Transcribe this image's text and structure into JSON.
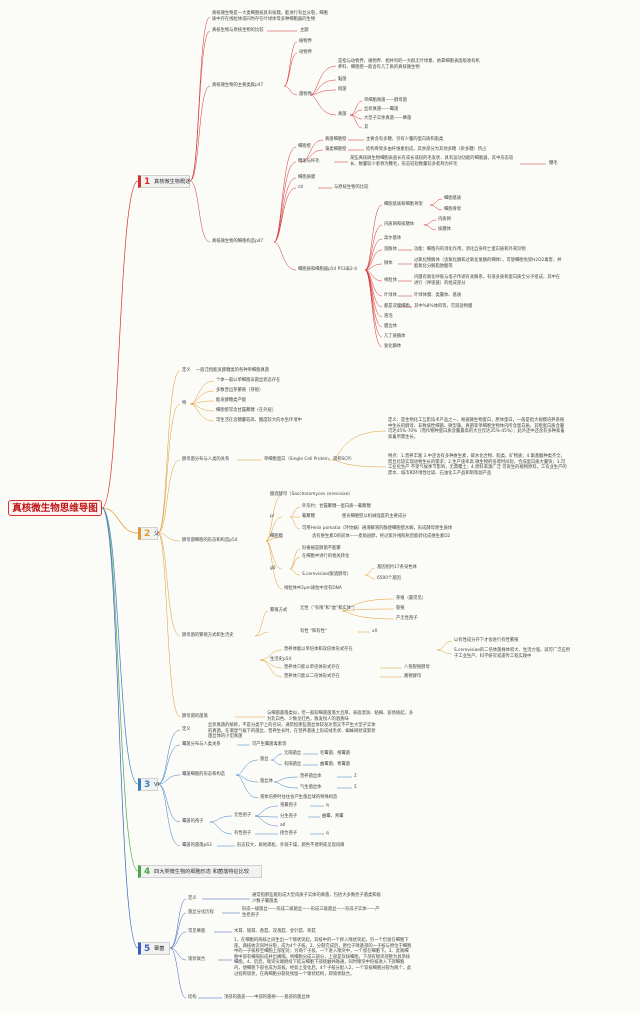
{
  "root": "真核微生物思维导图",
  "branches": {
    "b1": {
      "num": "1",
      "label": "真核微生物概述"
    },
    "b2": {
      "num": "2",
      "label": "父"
    },
    "b3": {
      "num": "3",
      "label": "VI"
    },
    "b4": {
      "num": "4",
      "label": "四大类微生物的细胞形态 和菌落特征比较"
    },
    "b5": {
      "num": "5",
      "label": "蕈菌"
    }
  },
  "s1": {
    "def": "真核微生物是一大类细胞核具有核膜，能进行有丝分裂，细胞质中存在线粒体或同时存在叶绿体等多种细胞器的生物",
    "compare": "真核生物与原核生物的比较",
    "compare_note": "主题",
    "groups": "真核微生物的主要类群p47",
    "plant": "植物界",
    "animal": "动物界",
    "fungi_desc": "是指与动物界、植物界、相并列的一大群无叶绿素、依靠细胞表面吸收有机养料、细胞壁一般含有几丁质的真核微生物",
    "fungi_kingdom": "菌物界",
    "g1": "黏菌",
    "g2": "假菌",
    "g3": "真菌",
    "f1": "单细胞真菌——酵母菌",
    "f2": "丝状真菌——霉菌",
    "f3": "大型子实体真菌——蕈菌",
    "f4": "其",
    "structure": "真核微生物的细胞构造p47",
    "wall": "细胞壁",
    "wall1": "真菌细胞壁",
    "wall1_note": "主要含有多糖，另有少量的蛋白质和脂类",
    "wall2": "藻类细胞壁",
    "wall2_note": "结构骨架多由纤维素组成，其余部分为其他多糖（杂多糖）所占",
    "flagella": "鞭毛与纤毛",
    "flagella_note": "某些真核微生物细胞表面长有或长或短的毛发状、具有运动功能的细胞器，其中形态较长、数量较少者称为鞭毛，形态较短数量较多者称为纤毛",
    "flagella_side": "鞭毛",
    "membrane": "细胞质膜",
    "ctl": "ctl",
    "ctl_note": "与原核生物的比较",
    "organelles": "细胞质和细胞器p54 P53表2-4",
    "cytoskeleton": "细胞基质和细胞骨架",
    "cs1": "细胞基质",
    "cs2": "细胞骨架",
    "er": "内质网和核糖体",
    "er1": "内质网",
    "er2": "核糖体",
    "golgi": "高尔基体",
    "lyso": "溶酶体",
    "lyso_note": "功能：细胞内的消化作用，消化自身死亡蛋白质和外来异物",
    "micro": "微体",
    "micro_note": "过氧化物酶体（含氧化酶和过氧化氢酶的细体），可使细胞免受H2O2毒害，并能氧化分解脂肪酸等",
    "mito": "线粒体",
    "mito_note": "内膜有氧化呼吸与电子传递有关酶系，有很多质和蛋白质全分子组成，其中在进行（呼吸链）的组成部分",
    "chloro": "叶绿体",
    "chloro_note": "叶绿体膜、类囊体、基质",
    "vac": "液泡",
    "vac_note": "都是双膜细胞，其中%8%体积等，可溶盐物膜",
    "vac2": "液泡",
    "hyd": "膜边体",
    "chit": "几丁质酶体",
    "hydro": "氢化酶体"
  },
  "s2": {
    "def_label": "定义",
    "def": "一般泛指能发酵糖类的各种单细胞真菌",
    "t_label": "特",
    "t1": "个体一般以单细胞非菌丝状态存在",
    "t2": "多数营出芽繁殖（芽殖）",
    "t3": "能发酵糖类产能",
    "t4": "细胞壁常含甘露聚糖（在外层）",
    "t5": "常生活在含糖量较高、酸度较大的水生环境中",
    "dist": "酵母菌分布与人类的关系",
    "scp": "单细胞蛋白（Single Cell Protein，简称SCP）",
    "scp_def": "定义：是生物化工互影技术产品之一，根据微生物蛋白，原体蛋白，一般是指大规模培养系统中生长的酵母、非致病性细菌、微型藻，真菌等单细胞生物体内所含蛋白质。其粗蛋白质含量可达45%-70%（而作物种蛋白质含量最高的大豆仅达35%-45%）；此外还中还含有多种家畜家禽所需生长。",
    "scp_feat": "特点：1.营养丰富 3.中还含有多种维生素，碳水化合物、脂类、矿物质；4.氨基酸种类齐全，而且比较实现动物生长的需求；2.生产速率高 微生物的倍增时间短，合成蛋白质大量快；3.可工业化生产 不受气候季节影响，无需覆土；4.原料来源广泛 可再生的植物原料，工农业生产的废水、城市和环境性垃圾、石油化工产品和制等副产品",
    "morph": "酵母菌细胞的形态和构造p54",
    "yeast_sp": "酿酒酵母（Saccharomyces cerevisiae）",
    "p_label": "p/",
    "p1": "外形约：甘露聚糖—蛋白质—葡聚糖",
    "p2": "葡聚糖",
    "p2_note": "使光细胞壁以机械强度的主要成分",
    "p3": "可用Helix pomatia（环纹蜗）通滑解液的酶使细胞壁水解，形成酵母原生质体",
    "p4": "细胞膜",
    "p4_note": "含有维生素D的前体——麦角固醇，经过紫外线照射后能转化成维生素D2",
    "g_label": "g0",
    "g1": "形植被是酵菌不能繁",
    "g2": "在细胞中进行的相关转化",
    "sc": "S.cerevisiae(酿酒酵母)",
    "sc1": "基因组约17条染色体",
    "sc2": "6500个基因",
    "g3": "线粒体中2μm质粒中含有DNA",
    "repro": "酵母菌的繁殖方式和生活史",
    "rep_mode": "繁殖方式",
    "asexual": "无性（\"有限\"和\"虚\"和实体\"）",
    "a1": "芽殖（最常见）",
    "a2": "裂殖",
    "a3": "产无性孢子",
    "sexual": "有性 \"和有性\"",
    "sexual_x": "xX",
    "life": "生活史p54",
    "l1": "营养体能以单倍体和双倍体形式存在",
    "l1a": "以有性成分存下才会进行有性繁殖",
    "l1b": "S.cerevisiae的二倍体菌株体积大、生活力强，就可广泛应用于工业生产、科学研究或遗传工程实践中",
    "l2": "营养体只能以单倍体形式存在",
    "l2n": "八孢裂殖酵母",
    "l3": "营养体只能以二倍体形式存在",
    "l3n": "路德酵母",
    "colony": "酵母菌的菌落",
    "colony_note": "与细菌菌落类似，但一般较细菌菌落大且厚，表面湿润、粘稠、容易挑起，多为乳白色、少数呈红色，散发悦人的酒香味"
  },
  "s3": {
    "def_label": "定义",
    "def": "丝状真菌的统称，不是分类学上的名词，通常指那些菌丝体较发达而又不产生大型子实体的真菌。在潮湿气候下的菌丝，营养生长时，在营养基质上形成绒毛状、蜘蛛网状或絮状菌丝体的小型真菌",
    "dist": "霉菌分布与人类关系",
    "dist_note": "可产生霉菌毒素等",
    "morph": "霉菌细胞的形态和构造",
    "hypha": "菌丝",
    "h1": "无隔菌丝",
    "h1n": "毛霉菌、根霉菌",
    "h2": "有隔菌丝",
    "h2n": "曲霉菌、青霉菌",
    "myc": "菌丝体",
    "m1": "营养菌丝体",
    "m1n": "Σ",
    "m2": "气生菌丝体",
    "m2n": "Σ",
    "spec": "液体培养时往往会产生菌丝球的特殊构造",
    "spore": "霉菌的孢子",
    "asex": "无性孢子",
    "as1": "孢囊孢子",
    "as1n": "q",
    "as2": "分生孢子",
    "as2n": "曲霉、青霉",
    "as3": "a0",
    "sex": "有性孢子",
    "sx1": "接合孢子",
    "sx1n": "q",
    "col": "霉菌的菌落p63",
    "col_note": "形态较大，质地疏松，外观干燥，颜色不透明或呈现肉眼"
  },
  "s5": {
    "def_label": "定义",
    "def": "通常指那些能形成大型肉质子实体的真菌，包括大多数担子菌类和极少数子囊菌类",
    "dev": "菌丝分化历程",
    "dev_note": "形成一级菌丝——形成二级菌丝——形成三级菌丝——形成子实体——产生担孢子",
    "com": "常见蕈菌",
    "com_note": "木耳、银耳、香菇、双孢菇、金针菇、草菇",
    "clamp": "锁状联合",
    "clamp_note": "1、在细胞的两核之间生出一个喙状突起，双核中的一个移入喙状突起，另一个仍留在细胞下部。两核依次同时分裂，成为4个子核。2、分裂完成后，原位于喙基部的一子核与原位于细胞中的一子核移至细胞上部配对；另两个子核，一个进入喙突中，一个留在细胞下。3、此两细胞中部有横隔形成并出横隔，将细胞分成三部分，上部是双核细胞，下部有喙突部暂为具单核细胞。4、后后，喙突尖端继续下延与细胞下部接触并融通，同时喙突中的核进入下部细胞内，使细胞下部也成为双核。经如上变化后，4个子核分配入2，一个双核细胞分裂为两个，此过程称锁状，在两细胞分裂处残留一个喙状结构，即锁状联合。",
    "struct": "结构",
    "struct_note": "顶部的菌盖——中部的菌柄——基部的菌丝体"
  }
}
